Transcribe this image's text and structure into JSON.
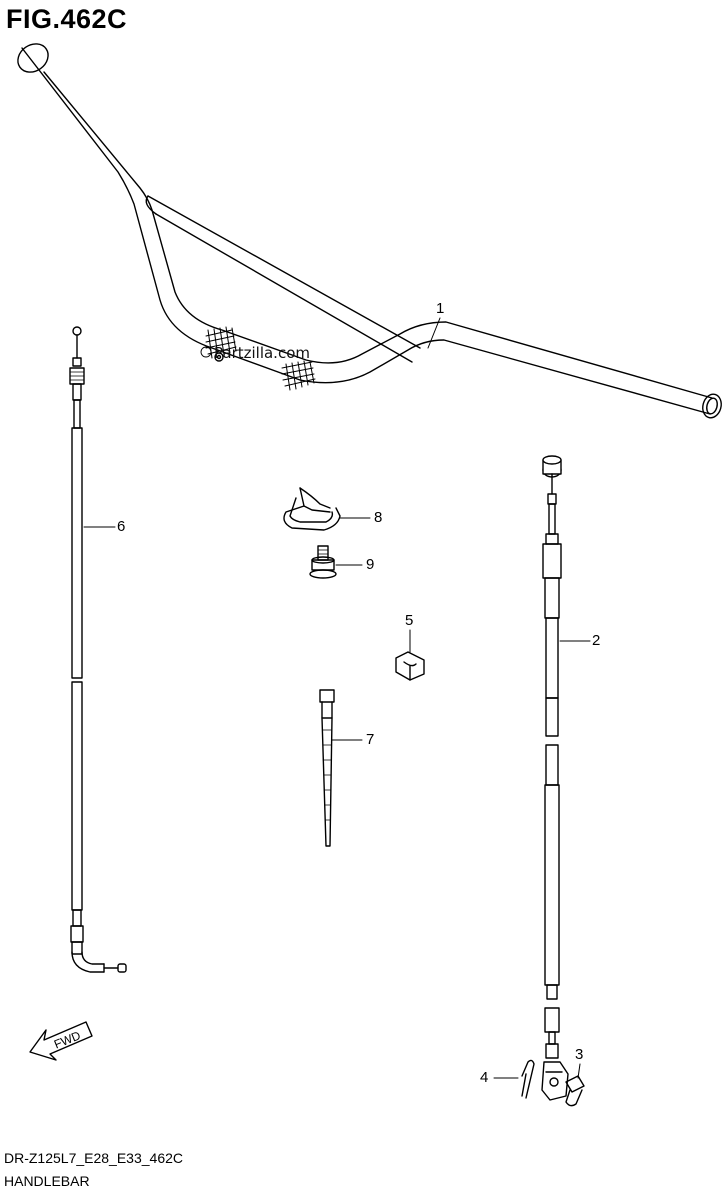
{
  "figure": {
    "title": "FIG.462C",
    "model_code": "DR-Z125L7_E28_E33_462C",
    "section_name": "HANDLEBAR",
    "watermark": "Partzilla.com",
    "fwd_label": "FWD"
  },
  "callouts": [
    {
      "id": "1",
      "label": "1"
    },
    {
      "id": "2",
      "label": "2"
    },
    {
      "id": "3",
      "label": "3"
    },
    {
      "id": "4",
      "label": "4"
    },
    {
      "id": "5",
      "label": "5"
    },
    {
      "id": "6",
      "label": "6"
    },
    {
      "id": "7",
      "label": "7"
    },
    {
      "id": "8",
      "label": "8"
    },
    {
      "id": "9",
      "label": "9"
    }
  ],
  "colors": {
    "line": "#000000",
    "background": "#ffffff"
  }
}
